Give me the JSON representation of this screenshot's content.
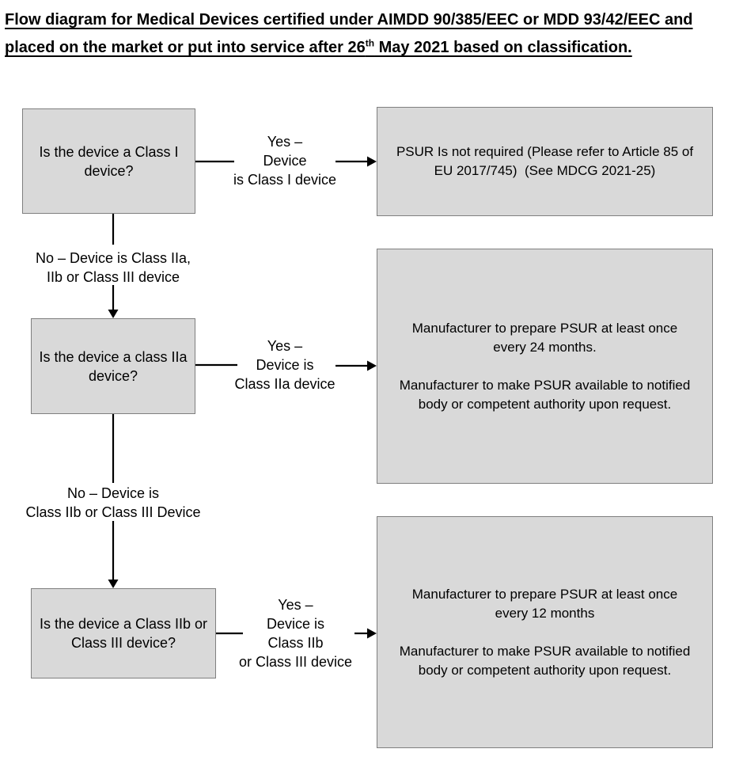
{
  "title": {
    "line1": "Flow diagram for Medical Devices certified under AIMDD 90/385/EEC or MDD 93/42/EEC and",
    "line2_pre": "placed on the market or put into service after 26",
    "line2_sup": "th",
    "line2_post": " May 2021 based on classification."
  },
  "colors": {
    "box_fill": "#d9d9d9",
    "box_border": "#7f7f7f",
    "line": "#000000"
  },
  "rows": [
    {
      "question": "Is the device a Class I\ndevice?",
      "yes_label": "Yes –\nDevice\nis Class I device",
      "result": "PSUR Is not required (Please refer to Article 85 of\nEU 2017/745)  (See MDCG 2021-25)",
      "no_label": "No – Device is Class IIa,\nIIb or Class III device"
    },
    {
      "question": "Is the device a class IIa\ndevice?",
      "yes_label": "Yes –\nDevice is\nClass IIa device",
      "result": "Manufacturer to prepare PSUR at least once\nevery 24 months.\n\nManufacturer to make PSUR available to notified\nbody or competent authority upon request.",
      "no_label": "No – Device is\nClass IIb or Class III Device"
    },
    {
      "question": "Is the device a Class IIb or\nClass III device?",
      "yes_label": "Yes –\nDevice is\nClass IIb\nor Class III device",
      "result": "Manufacturer to prepare PSUR at least once\nevery 12 months\n\nManufacturer to make PSUR available to notified\nbody or competent authority upon request."
    }
  ]
}
